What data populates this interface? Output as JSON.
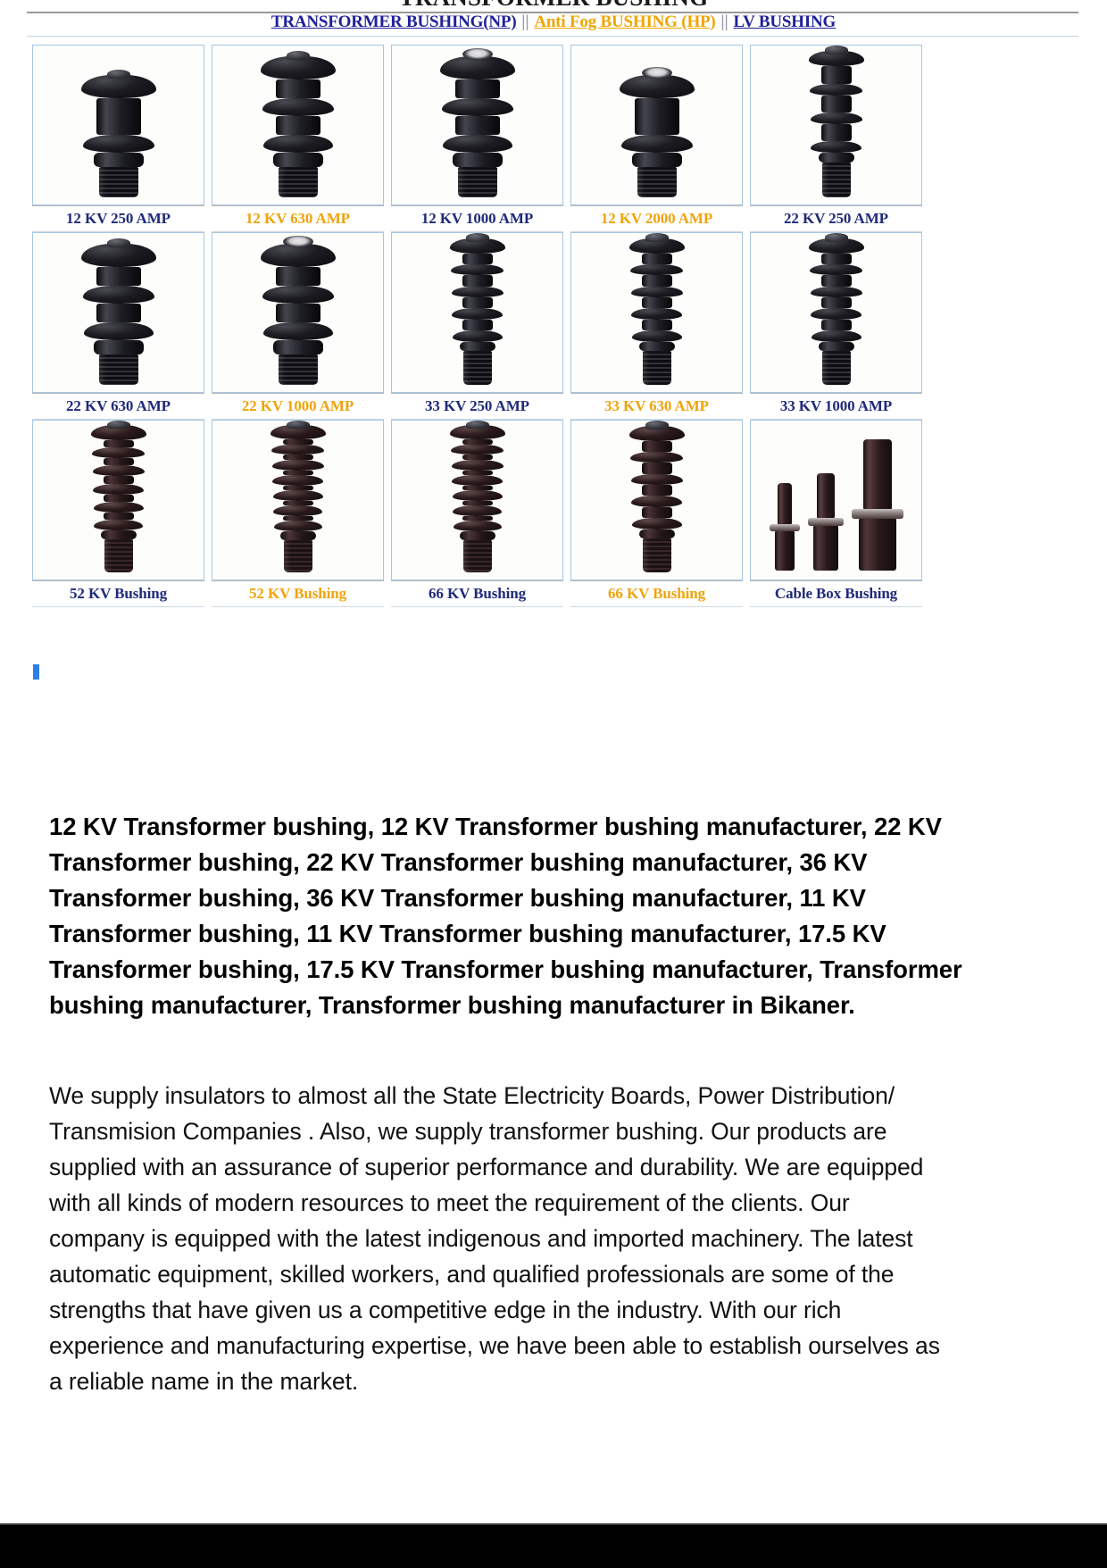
{
  "header": {
    "masthead_title": "TRANSFORMER BUSHING",
    "nav": {
      "items": [
        {
          "label": "TRANSFORMER BUSHING(NP)",
          "color": "navy"
        },
        {
          "label": "Anti Fog BUSHING (HP)",
          "color": "gold"
        },
        {
          "label": "LV BUSHING",
          "color": "navy"
        }
      ],
      "separator": "||",
      "colors": {
        "navy": "#20209a",
        "gold": "#f0a500"
      }
    }
  },
  "grid": {
    "rows": [
      {
        "cells": [
          {
            "caption": "12 KV 250 AMP",
            "color": "navy",
            "style": "black",
            "sheds": 2,
            "cap": "solid"
          },
          {
            "caption": "12 KV 630 AMP",
            "color": "gold",
            "style": "black",
            "sheds": 3,
            "cap": "solid"
          },
          {
            "caption": "12 KV 1000 AMP",
            "color": "navy",
            "style": "black",
            "sheds": 3,
            "cap": "hollow"
          },
          {
            "caption": "12 KV 2000 AMP",
            "color": "gold",
            "style": "black",
            "sheds": 2,
            "cap": "hollow"
          },
          {
            "caption": "22 KV 250 AMP",
            "color": "navy",
            "style": "black",
            "sheds": 4,
            "cap": "solid"
          }
        ]
      },
      {
        "cells": [
          {
            "caption": "22 KV 630 AMP",
            "color": "navy",
            "style": "black",
            "sheds": 3,
            "cap": "solid"
          },
          {
            "caption": "22 KV 1000 AMP",
            "color": "gold",
            "style": "black",
            "sheds": 3,
            "cap": "hollow"
          },
          {
            "caption": "33 KV 250 AMP",
            "color": "navy",
            "style": "black",
            "sheds": 5,
            "cap": "solid"
          },
          {
            "caption": "33 KV 630 AMP",
            "color": "gold",
            "style": "black",
            "sheds": 5,
            "cap": "solid"
          },
          {
            "caption": "33 KV 1000 AMP",
            "color": "navy",
            "style": "black",
            "sheds": 5,
            "cap": "solid"
          }
        ]
      },
      {
        "cells": [
          {
            "caption": "52 KV Bushing",
            "color": "navy",
            "style": "brown",
            "sheds": 6,
            "cap": "solid"
          },
          {
            "caption": "52 KV Bushing",
            "color": "gold",
            "style": "brown",
            "sheds": 7,
            "cap": "solid"
          },
          {
            "caption": "66 KV Bushing",
            "color": "navy",
            "style": "brown",
            "sheds": 7,
            "cap": "solid"
          },
          {
            "caption": "66 KV Bushing",
            "color": "gold",
            "style": "brown",
            "sheds": 5,
            "cap": "solid"
          },
          {
            "caption": "Cable Box Bushing",
            "color": "navy",
            "style": "cablebox",
            "sheds": 0,
            "cap": "none"
          }
        ]
      }
    ]
  },
  "content": {
    "keywords_paragraph": "12 KV Transformer bushing, 12 KV Transformer bushing manufacturer, 22 KV Transformer bushing, 22 KV Transformer bushing manufacturer, 36 KV Transformer bushing, 36 KV Transformer bushing manufacturer, 11 KV Transformer bushing, 11 KV Transformer bushing manufacturer, 17.5 KV Transformer bushing, 17.5 KV Transformer bushing manufacturer, Transformer bushing manufacturer, Transformer bushing manufacturer in Bikaner.",
    "body_paragraph": "We supply insulators to almost all the State Electricity Boards, Power Distribution/ Transmision Companies . Also, we supply transformer bushing. Our products are supplied with an assurance of superior performance and durability. We are equipped with all kinds of modern resources to meet the requirement of the clients. Our company is equipped with the latest indigenous and imported machinery. The latest automatic equipment, skilled workers, and qualified professionals are some of the strengths that have given us a competitive edge in the industry. With our rich experience and manufacturing expertise, we have been able to establish ourselves as a reliable name in the market."
  }
}
